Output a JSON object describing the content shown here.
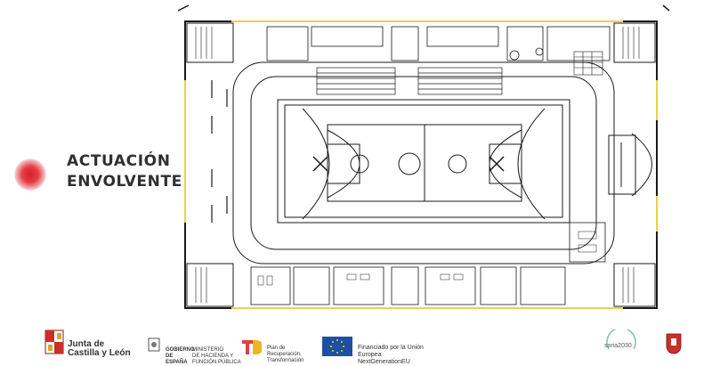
{
  "section": {
    "title_line1": "ACTUACIÓN",
    "title_line2": "ENVOLVENTE",
    "marker_color": "#d9202a"
  },
  "plan": {
    "wall_color": "#1a1a1a",
    "highlight_color": "#e8d24a"
  },
  "footer": {
    "jcyl": {
      "line1": "Junta de",
      "line2": "Castilla y León"
    },
    "gobierno": {
      "line1": "GOBIERNO",
      "line2": "DE ESPAÑA"
    },
    "ministerio": {
      "line1": "MINISTERIO",
      "line2": "DE HACIENDA Y FUNCIÓN PÚBLICA"
    },
    "plan_recuperacion": {
      "line1": "Plan de Recuperación,",
      "line2": "Transformación"
    },
    "ue": {
      "line1": "Financiado por la Unión Europea",
      "line2": "NextGenerationEU"
    },
    "soria": {
      "label": "soria2030"
    }
  }
}
